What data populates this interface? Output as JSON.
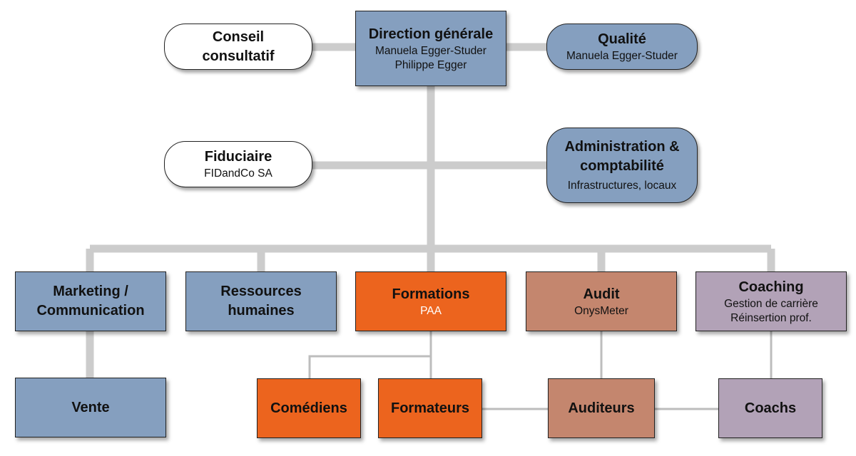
{
  "colors": {
    "blue": "#859fbf",
    "white": "#ffffff",
    "orange": "#ec641e",
    "brown": "#c4866e",
    "lilac": "#b2a2b7",
    "connector_thick": "#cccccc",
    "connector_thin": "#bdbdbd"
  },
  "nodes": {
    "direction": {
      "title": "Direction générale",
      "lines": [
        "Manuela Egger-Studer",
        "Philippe Egger"
      ]
    },
    "conseil": {
      "title": "Conseil consultatif"
    },
    "qualite": {
      "title": "Qualité",
      "lines": [
        "Manuela Egger-Studer"
      ]
    },
    "fiduciaire": {
      "title": "Fiduciaire",
      "lines": [
        "FIDandCo SA"
      ]
    },
    "administration": {
      "title": "Administration & comptabilité",
      "lines": [
        "Infrastructures, locaux"
      ]
    },
    "marketing": {
      "title": "Marketing / Communication"
    },
    "rh": {
      "title": "Ressources humaines"
    },
    "formations": {
      "title": "Formations",
      "lines": [
        "PAA"
      ]
    },
    "audit": {
      "title": "Audit",
      "lines": [
        "OnysMeter"
      ]
    },
    "coaching": {
      "title": "Coaching",
      "lines": [
        "Gestion de carrière",
        "Réinsertion prof."
      ]
    },
    "vente": {
      "title": "Vente"
    },
    "comediens": {
      "title": "Comédiens"
    },
    "formateurs": {
      "title": "Formateurs"
    },
    "auditeurs": {
      "title": "Auditeurs"
    },
    "coachs": {
      "title": "Coachs"
    }
  }
}
